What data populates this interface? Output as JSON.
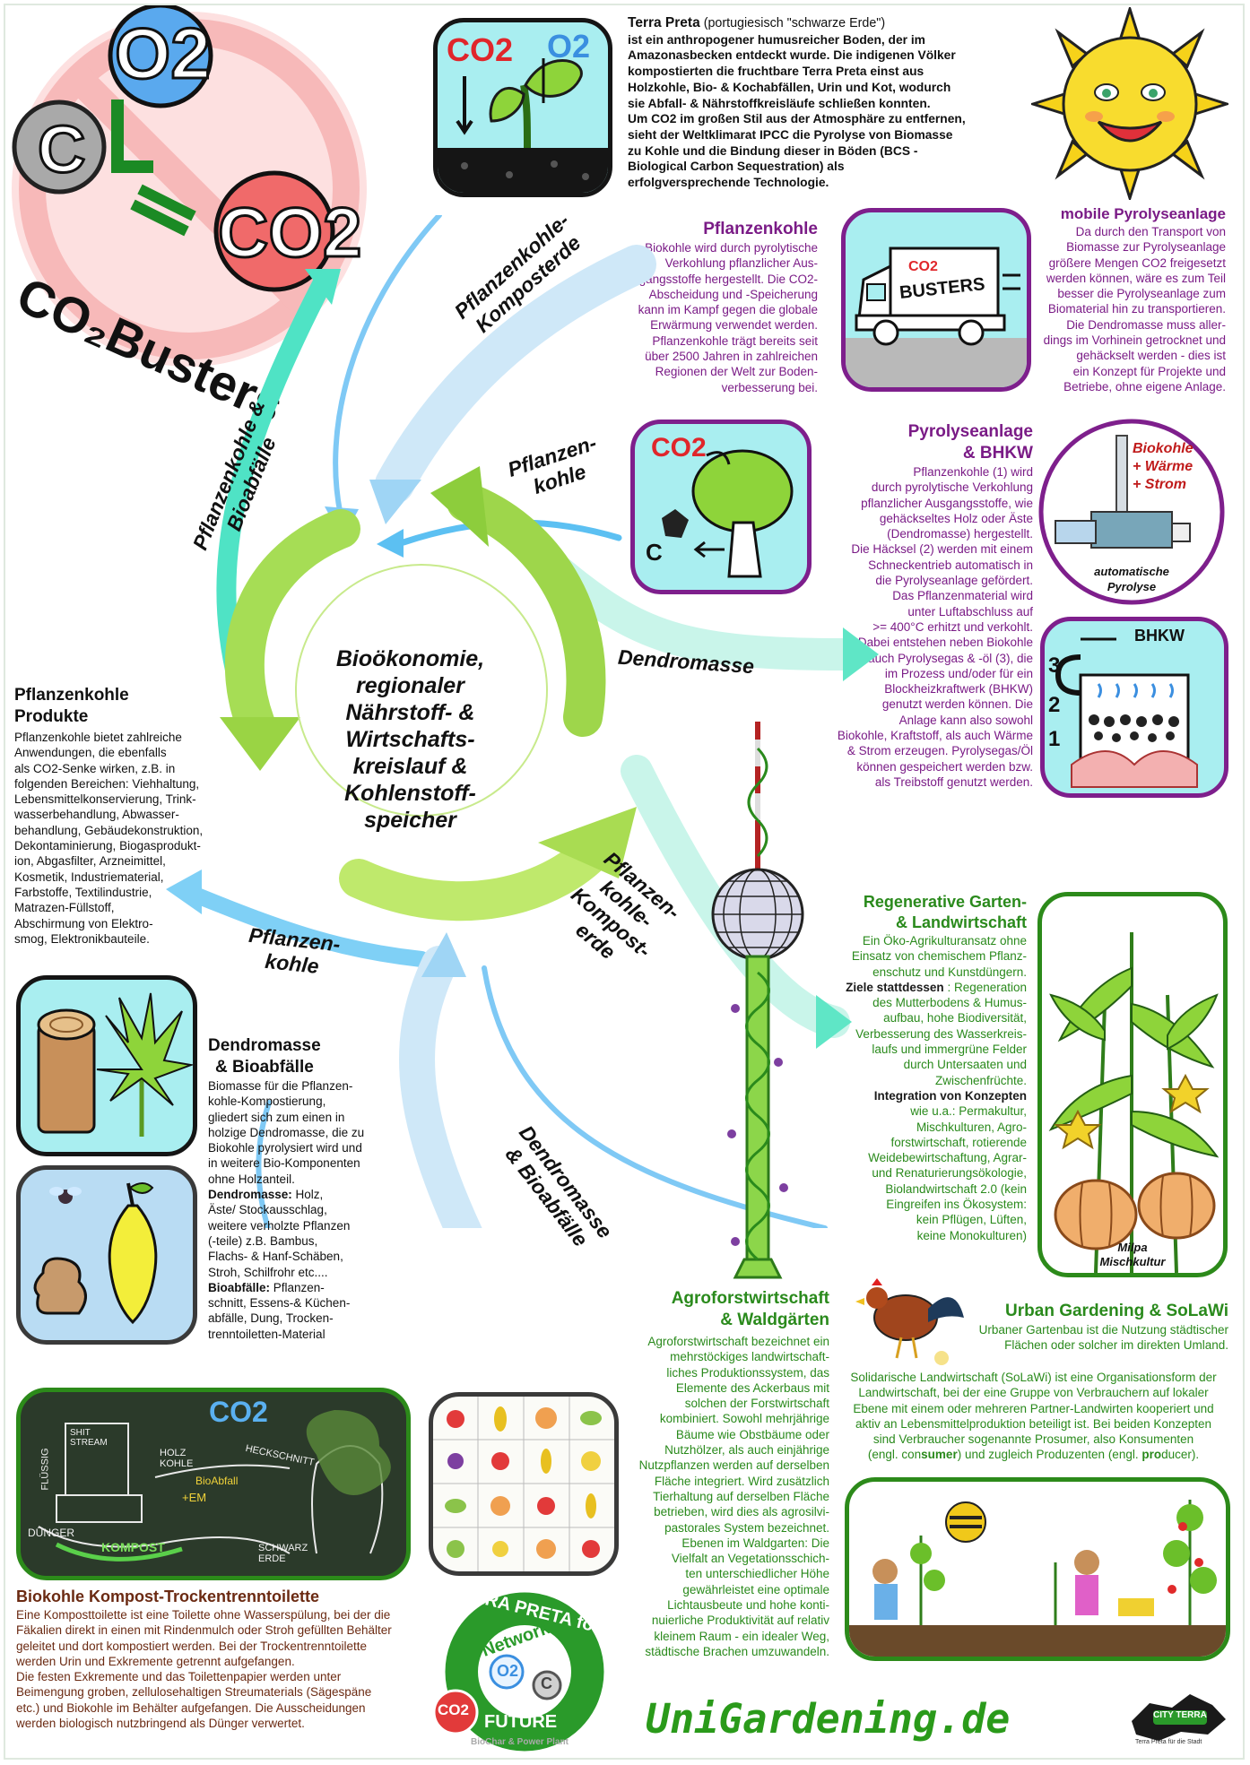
{
  "logo": {
    "c": "C",
    "o2": "O2",
    "co2": "CO2",
    "title": "CO₂Busters"
  },
  "terra_preta": {
    "title": "Terra Preta",
    "subtitle": "(portugiesisch \"schwarze Erde\")",
    "lines": [
      "ist ein anthropogener humusreicher Boden, der im",
      "Amazonasbecken entdeckt wurde. Die indigenen Völker",
      "kompostierten die fruchtbare Terra Preta einst aus",
      "Holzkohle, Bio- & Kochabfällen, Urin und Kot, wodurch",
      "sie Abfall- & Nährstoffkreisläufe  schließen konnten.",
      "Um CO2 im großen Stil aus der Atmosphäre zu entfernen,",
      "sieht der Weltklimarat IPCC die Pyrolyse von Biomasse",
      "zu Kohle und die Bindung dieser in Böden (BCS -",
      "Biological Carbon Sequestration) als",
      "erfolgversprechende Technologie."
    ],
    "pic_co2": "CO2",
    "pic_o2": "O2"
  },
  "pflanzenkohle": {
    "title": "Pflanzenkohle",
    "lines": [
      "Biokohle wird durch pyrolytische",
      "Verkohlung pflanzlicher Aus-",
      "gangsstoffe hergestellt. Die CO2-",
      "Abscheidung und -Speicherung",
      "kann im Kampf gegen die globale",
      "Erwärmung  verwendet werden.",
      "Pflanzenkohle trägt bereits seit",
      "über 2500 Jahren in zahlreichen",
      "Regionen der Welt zur Boden-",
      "verbesserung bei."
    ]
  },
  "mobile": {
    "title": "mobile Pyrolyseanlage",
    "lines": [
      "Da durch den Transport von",
      "Biomasse zur Pyrolyseanlage",
      "größere Mengen CO2 freigesetzt",
      "werden können, wäre es zum Teil",
      "besser die Pyrolyseanlage zum",
      "Biomaterial hin zu transportieren.",
      "Die Dendromasse muss aller-",
      "dings im Vorhinein getrocknet und",
      "gehäckselt werden - dies ist",
      "ein Konzept für Projekte und",
      "Betriebe, ohne eigene Anlage."
    ],
    "truck_co2": "CO2",
    "truck_text": "BUSTERS"
  },
  "pyrolyse": {
    "title1": "Pyrolyseanlage",
    "title2": "& BHKW",
    "lines": [
      "Pflanzenkohle (1) wird",
      "durch pyrolytische Verkohlung",
      "pflanzlicher Ausgangsstoffe, wie",
      "gehäckseltes Holz oder Äste",
      "(Dendromasse) hergestellt.",
      "Die Häcksel (2) werden mit einem",
      "Schneckentrieb automatisch in",
      "die Pyrolyseanlage gefördert.",
      "Das Pflanzenmaterial wird",
      "unter Luftabschluss auf",
      ">= 400°C erhitzt und verkohlt.",
      "Dabei entstehen neben Biokohle",
      "auch Pyrolysegas & -öl (3), die",
      "im Prozess und/oder für ein",
      "Blockheizkraftwerk (BHKW)",
      "genutzt werden können. Die",
      "Anlage kann also sowohl",
      "Biokohle, Kraftstoff, als auch Wärme",
      "& Strom erzeugen. Pyrolysegas/Öl",
      "können gespeichert werden bzw.",
      "als Treibstoff genutzt werden."
    ],
    "pic_lines": [
      "Biokohle",
      "+ Wärme",
      "+ Strom"
    ],
    "pic_caption": [
      "automatische",
      "Pyrolyse"
    ],
    "bhkw_label": "BHKW",
    "nums": [
      "3",
      "2",
      "1"
    ],
    "tree_co2": "CO2",
    "tree_c": "C"
  },
  "cycle": {
    "center": [
      "Bioökonomie,",
      "regionaler",
      "Nährstoff- &",
      "Wirtschafts-",
      "kreislauf &",
      "Kohlenstoff-",
      "speicher"
    ],
    "arrows": {
      "kompost_top": [
        "Pflanzenkohle-",
        "Komposterde"
      ],
      "pk_right": [
        "Pflanzen-",
        "kohle"
      ],
      "pk_bio": [
        "Pflanzenkohle &",
        "Bioabfälle"
      ],
      "dendro_right": [
        "Dendromasse"
      ],
      "pk_left": [
        "Pflanzen-",
        "kohle"
      ],
      "kompost_down": [
        "Pflanzen-",
        "kohle-",
        "Kompost-",
        "erde"
      ],
      "dendro_bio": [
        "Dendromasse",
        "& Bioabfälle"
      ]
    }
  },
  "produkte": {
    "title1": "Pflanzenkohle",
    "title2": "Produkte",
    "lines": [
      "Pflanzenkohle bietet zahlreiche",
      "Anwendungen, die ebenfalls",
      "als CO2-Senke wirken, z.B. in",
      "folgenden Bereichen: Viehhaltung,",
      "Lebensmittelkonservierung, Trink-",
      "wasserbehandlung, Abwasser-",
      "behandlung, Gebäudekonstruktion,",
      "Dekontaminierung, Biogasprodukt-",
      "ion, Abgasfilter, Arzneimittel,",
      "Kosmetik, Industriematerial,",
      "Farbstoffe, Textilindustrie,",
      "Matrazen-Füllstoff,",
      "Abschirmung von Elektro-",
      "smog, Elektronikbauteile."
    ]
  },
  "dendro": {
    "title1": "Dendromasse",
    "title2": "& Bioabfälle",
    "lines": [
      "Biomasse für die Pflanzen-",
      "kohle-Kompostierung,",
      "gliedert sich zum einen in",
      "holzige Dendromasse, die zu",
      "Biokohle pyrolysiert wird und",
      "in weitere Bio-Komponenten",
      "ohne Holzanteil."
    ],
    "dm_label": "Dendromasse:",
    "dm_lines": [
      " Holz,",
      "Äste/ Stockausschlag,",
      "weitere verholzte Pflanzen",
      "(-teile) z.B. Bambus,",
      "Flachs- & Hanf-Schäben,",
      "Stroh, Schilfrohr etc...."
    ],
    "ba_label": "Bioabfälle:",
    "ba_lines": [
      " Pflanzen-",
      "schnitt, Essens-& Küchen-",
      "abfälle, Dung, Trocken-",
      "trenntoiletten-Material"
    ]
  },
  "regenerative": {
    "title1": "Regenerative Garten-",
    "title2": "& Landwirtschaft",
    "lines": [
      "Ein Öko-Agrikulturansatz ohne",
      "Einsatz von chemischem Pflanz-",
      "enschutz und Kunstdüngern."
    ],
    "ziele_label": "Ziele stattdessen",
    "ziele_lines": [
      " : Regeneration",
      "des Mutterbodens & Humus-",
      "aufbau, hohe Biodiversität,",
      "Verbesserung des Wasserkreis-",
      "laufs und immergrüne Felder",
      "durch Untersaaten und",
      "Zwischenfrüchte."
    ],
    "integration_label": "Integration von Konzepten",
    "integration_lines": [
      "wie u.a.: Permakultur,",
      "Mischkulturen, Agro-",
      "forstwirtschaft, rotierende",
      "Weidebewirtschaftung, Agrar-",
      "und Renaturierungsökologie,",
      "Biolandwirtschaft 2.0 (kein",
      "Eingreifen ins Ökosystem:",
      "kein Pflügen, Lüften,",
      "keine Monokulturen)"
    ],
    "pic_caption": [
      "Milpa",
      "Mischkultur"
    ]
  },
  "agro": {
    "title1": "Agroforstwirtschaft",
    "title2": "& Waldgärten",
    "lines": [
      "Agroforstwirtschaft bezeichnet ein",
      "mehrstöckiges landwirtschaft-",
      "liches Produktionssystem, das",
      "Elemente des Ackerbaus mit",
      "solchen der Forstwirtschaft",
      "kombiniert. Sowohl mehrjährige",
      "Bäume wie Obstbäume oder",
      "Nutzhölzer, als auch einjährige",
      "Nutzpflanzen werden auf derselben",
      "Fläche integriert. Wird zusätzlich",
      "Tierhaltung auf derselben Fläche",
      "betrieben, wird dies als agrosilvi-",
      "pastorales System bezeichnet.",
      "Ebenen im Waldgarten: Die",
      "Vielfalt an Vegetationsschich-",
      "ten unterschiedlicher Höhe",
      "gewährleistet eine optimale",
      "Lichtausbeute und hohe konti-",
      "nuierliche Produktivität auf relativ",
      "kleinem Raum - ein idealer Weg,",
      "städtische Brachen umzuwandeln."
    ]
  },
  "urban": {
    "title": "Urban Gardening & SoLaWi",
    "lines1": [
      "Urbaner Gartenbau ist die Nutzung städtischer",
      "Flächen oder solcher im direkten Umland."
    ],
    "lines2": [
      "Solidarische Landwirtschaft (SoLaWi) ist eine Organisationsform der",
      "Landwirtschaft, bei der eine Gruppe von Verbrauchern auf lokaler",
      "Ebene mit einem oder mehreren Partner-Landwirten kooperiert und",
      "aktiv an Lebensmittelproduktion beteiligt ist. Bei beiden Konzepten",
      "sind Verbraucher sogenannte Prosumer, also Konsumenten"
    ],
    "last_a": "(engl. con",
    "last_b": "sumer",
    "last_c": ") und zugleich Produzenten (engl. ",
    "last_d": "pro",
    "last_e": "ducer)."
  },
  "biokohle": {
    "title": "Biokohle Kompost-Trockentrenntoilette",
    "lines": [
      "Eine Komposttoilette ist eine Toilette ohne Wasserspülung, bei der die",
      "Fäkalien direkt in einen mit Rindenmulch oder Stroh gefüllten Behälter",
      "geleitet und dort kompostiert werden. Bei der Trockentrenntoilette",
      "werden Urin und Exkremente getrennt aufgefangen.",
      "Die festen Exkremente und das Toilettenpapier werden unter",
      "Beimengung groben, zellulosehaltigen Streumaterials (Sägespäne",
      "etc.) und Biokohle im Behälter aufgefangen. Die Ausscheidungen",
      "werden biologisch nutzbringend als Dünger verwertet."
    ],
    "chalk": {
      "co2": "CO2",
      "shit": "SHIT STREAM",
      "holz": "HOLZ KOHLE",
      "heck": "HECKSCHNITT",
      "bio": "BioAbfall",
      "em": "+EM",
      "fluss": "FLÜSSIG",
      "dung": "DÜNGER",
      "kompost": "KOMPOST",
      "erde": "SCHWARZ ERDE"
    }
  },
  "badge": {
    "top": "TERRA PRETA for",
    "network": "Network",
    "future": "FUTURE",
    "co2": "CO2",
    "o2": "O2",
    "c": "C",
    "bottom": "BioChar & Power Plant"
  },
  "footer": {
    "site": "UniGardening.de",
    "city": "CITY TERRA",
    "city_sub": "Terra Preta für die Stadt"
  },
  "colors": {
    "purple": "#7a1b86",
    "green": "#2a8a1c",
    "cyan_arrow": "#3fb7ef",
    "teal_arrow": "#3fe0c0",
    "center_green": "#8fd040",
    "brown": "#6b2a12"
  }
}
